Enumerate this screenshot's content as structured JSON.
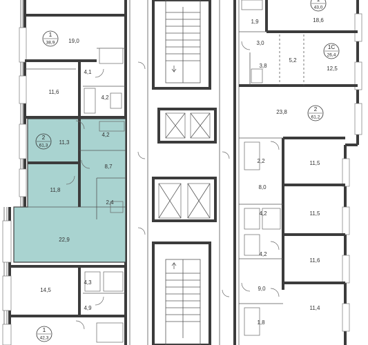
{
  "colors": {
    "highlight": "#a9d3d0",
    "wall": "#3c3c3c",
    "background": "#ffffff"
  },
  "apartments": [
    {
      "id": "apt-top-left",
      "rooms": "1",
      "area": "38,9"
    },
    {
      "id": "apt-selected",
      "rooms": "2",
      "area": "61,3",
      "selected": true
    },
    {
      "id": "apt-bottom-left",
      "rooms": "1",
      "area": "42,3"
    },
    {
      "id": "apt-top-right",
      "rooms": "1",
      "area": "43,0"
    },
    {
      "id": "apt-studio",
      "rooms": "1С",
      "area": "26,4"
    },
    {
      "id": "apt-right",
      "rooms": "2",
      "area": "61,2"
    }
  ],
  "room_labels": [
    {
      "id": "r1",
      "text": "19,0"
    },
    {
      "id": "r2",
      "text": "4,1"
    },
    {
      "id": "r3",
      "text": "11,6"
    },
    {
      "id": "r4",
      "text": "4,2"
    },
    {
      "id": "r5",
      "text": "11,3"
    },
    {
      "id": "r6",
      "text": "4,2"
    },
    {
      "id": "r7",
      "text": "8,7"
    },
    {
      "id": "r8",
      "text": "11,8"
    },
    {
      "id": "r9",
      "text": "2,4"
    },
    {
      "id": "r10",
      "text": "22,9"
    },
    {
      "id": "r11",
      "text": "14,5"
    },
    {
      "id": "r12",
      "text": "4,3"
    },
    {
      "id": "r13",
      "text": "4,9"
    },
    {
      "id": "r14",
      "text": "1,9"
    },
    {
      "id": "r15",
      "text": "18,6"
    },
    {
      "id": "r16",
      "text": "3,0"
    },
    {
      "id": "r17",
      "text": "3,8"
    },
    {
      "id": "r18",
      "text": "5,2"
    },
    {
      "id": "r19",
      "text": "12,5"
    },
    {
      "id": "r20",
      "text": "23,8"
    },
    {
      "id": "r21",
      "text": "2,2"
    },
    {
      "id": "r22",
      "text": "11,5"
    },
    {
      "id": "r23",
      "text": "8,0"
    },
    {
      "id": "r24",
      "text": "4,2"
    },
    {
      "id": "r25",
      "text": "11,5"
    },
    {
      "id": "r26",
      "text": "4,2"
    },
    {
      "id": "r27",
      "text": "11,6"
    },
    {
      "id": "r28",
      "text": "9,0"
    },
    {
      "id": "r29",
      "text": "11,4"
    },
    {
      "id": "r30",
      "text": "1,8"
    }
  ]
}
